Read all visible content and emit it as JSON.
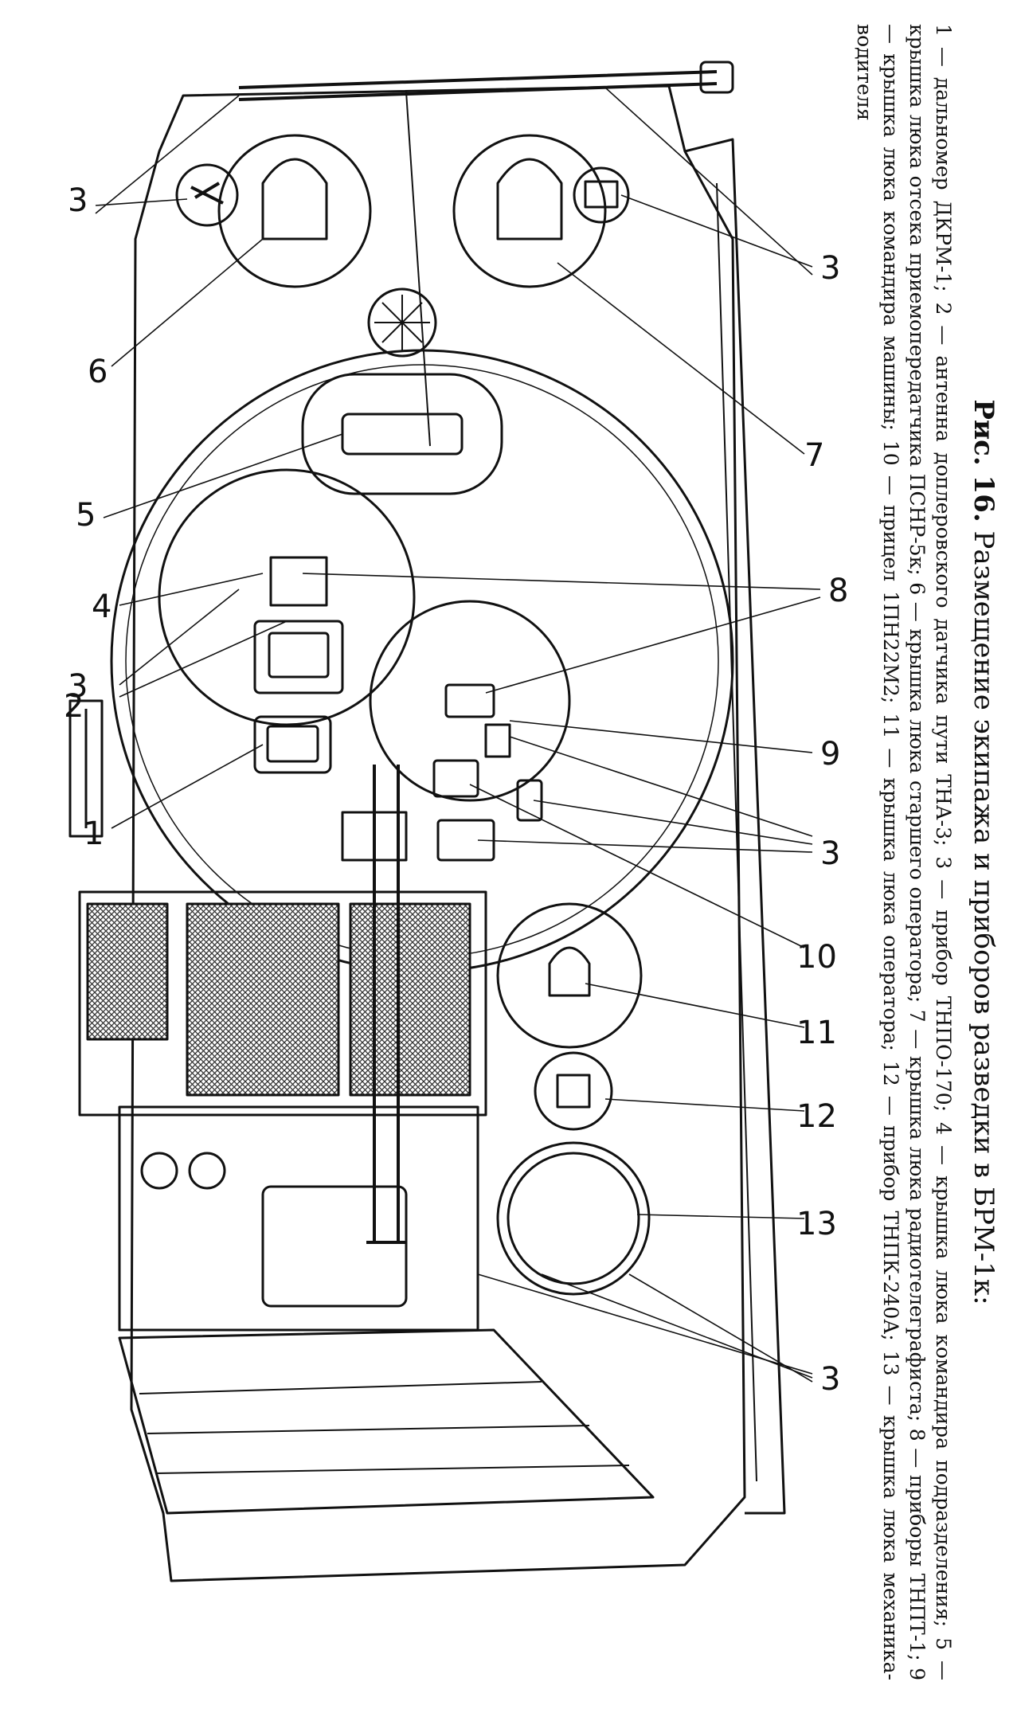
{
  "caption": {
    "fig_label": "Рис. 16.",
    "title": "Размещение экипажа и приборов разведки в БРМ-1к:",
    "body": "1 — дальномер ДКРМ-1; 2 — антенна доплеровского датчика пути ТНА-3; 3 — прибор ТНПО-170; 4 — крышка люка командира подразделения; 5 — крышка люка отсека приемопередатчика ПСНР-5к; 6 — крышка люка старшего оператора; 7 — крышка люка радиотелеграфиста; 8 — приборы ТНПТ-1; 9 — крышка люка командира машины; 10 — прицел 1ПН22М2; 11 — крышка люка оператора; 12 — прибор ТНПК-240А; 13 — крышка люка механика-водителя"
  },
  "labels": {
    "l1": "1",
    "l2": "2",
    "l3": "3",
    "l4": "4",
    "l5": "5",
    "l6": "6",
    "l7": "7",
    "l8": "8",
    "l9": "9",
    "l10": "10",
    "l11": "11",
    "l12": "12",
    "l13": "13"
  },
  "colors": {
    "ink": "#111111",
    "paper": "#ffffff",
    "hatch": "#444444"
  }
}
